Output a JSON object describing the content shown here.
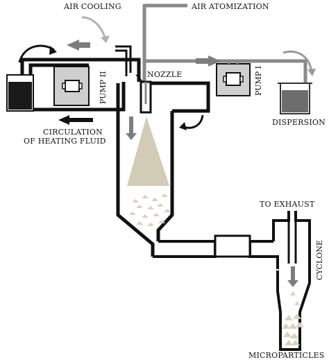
{
  "labels": {
    "air_cooling": "AIR COOLING",
    "air_atomization": "AIR ATOMIZATION",
    "nozzle": "NOZZLE",
    "pump_ii": "PUMP II",
    "pump_i": "PUMP I",
    "dispersion": "DISPERSION",
    "circulation_line1": "CIRCULATION",
    "circulation_line2": "OF HEATING FLUID",
    "to_exhaust": "TO EXHAUST",
    "cyclone": "CYCLONE",
    "microparticles": "MICROPARTICLES"
  },
  "colors": {
    "pipe_dark": "#111111",
    "pipe_gray": "#8a8a8a",
    "arrow_gray": "#7d7d7d",
    "box_fill": "#cfcfcf",
    "particles": "#d8d2bd",
    "spray_cone": "#d2ccb6",
    "fluid_dark": "#1a1a1a",
    "fluid_gray": "#6d6d6d"
  }
}
